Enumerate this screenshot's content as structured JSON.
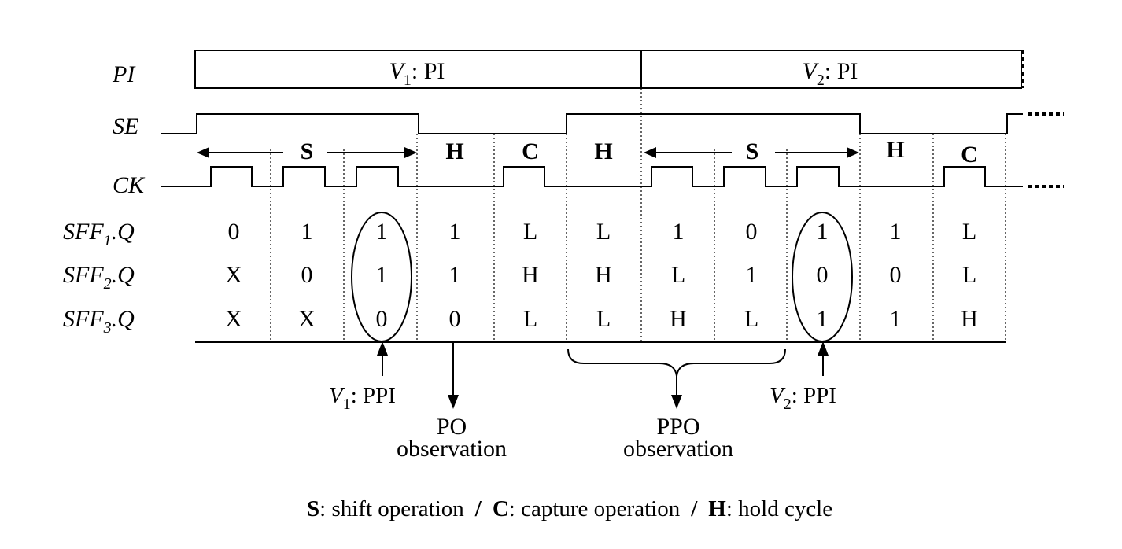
{
  "signals": {
    "pi": "PI",
    "se": "SE",
    "ck": "CK",
    "sff1": {
      "name": "SFF",
      "sub": "1",
      "suffix": ".Q"
    },
    "sff2": {
      "name": "SFF",
      "sub": "2",
      "suffix": ".Q"
    },
    "sff3": {
      "name": "SFF",
      "sub": "3",
      "suffix": ".Q"
    }
  },
  "pi_vectors": [
    {
      "name": "V",
      "sub": "1",
      "rest": ": PI"
    },
    {
      "name": "V",
      "sub": "2",
      "rest": ": PI"
    }
  ],
  "phases": [
    {
      "id": "s1",
      "letter": "S"
    },
    {
      "id": "h1",
      "letter": "H"
    },
    {
      "id": "c1",
      "letter": "C"
    },
    {
      "id": "h2",
      "letter": "H"
    },
    {
      "id": "s2",
      "letter": "S"
    },
    {
      "id": "h3",
      "letter": "H"
    },
    {
      "id": "c2",
      "letter": "C"
    }
  ],
  "sff_values": [
    [
      "0",
      "1",
      "1",
      "1",
      "L",
      "L",
      "1",
      "0",
      "1",
      "1",
      "L"
    ],
    [
      "X",
      "0",
      "1",
      "1",
      "H",
      "H",
      "L",
      "1",
      "0",
      "0",
      "L"
    ],
    [
      "X",
      "X",
      "0",
      "0",
      "L",
      "L",
      "H",
      "L",
      "1",
      "1",
      "H"
    ]
  ],
  "annotations": {
    "v1_ppi": {
      "name": "V",
      "sub": "1",
      "rest": ": PPI"
    },
    "v2_ppi": {
      "name": "V",
      "sub": "2",
      "rest": ": PPI"
    },
    "po": {
      "line1": "PO",
      "line2": "observation"
    },
    "ppo": {
      "line1": "PPO",
      "line2": "observation"
    }
  },
  "legend": {
    "s_key": "S",
    "s_desc": ":  shift operation",
    "sep1": "/",
    "c_key": "C",
    "c_desc": ":  capture operation",
    "sep2": "/",
    "h_key": "H",
    "h_desc": ":  hold cycle"
  }
}
